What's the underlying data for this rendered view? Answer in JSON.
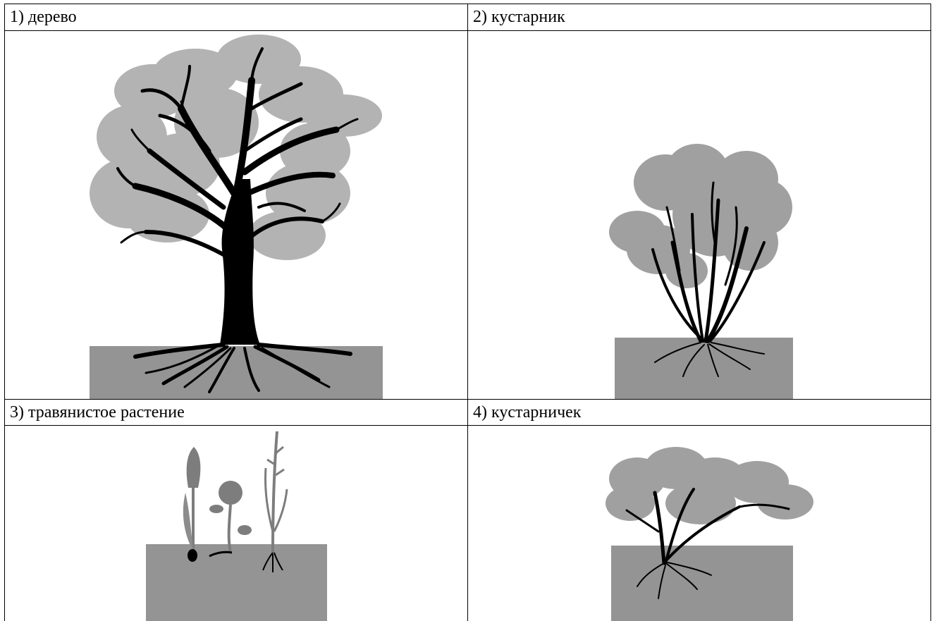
{
  "cells": [
    {
      "label": "1) дерево",
      "illustration": "tree-icon"
    },
    {
      "label": "2) кустарник",
      "illustration": "shrub-icon"
    },
    {
      "label": "3) травянистое растение",
      "illustration": "herbaceous-plants-icon"
    },
    {
      "label": "4) кустарничек",
      "illustration": "subshrub-icon"
    }
  ],
  "colors": {
    "foliage_light": "#b3b3b3",
    "foliage_dark": "#a0a0a0",
    "ground": "#949494",
    "trunk": "#000000",
    "herb": "#7d7d7d",
    "border": "#000000"
  }
}
